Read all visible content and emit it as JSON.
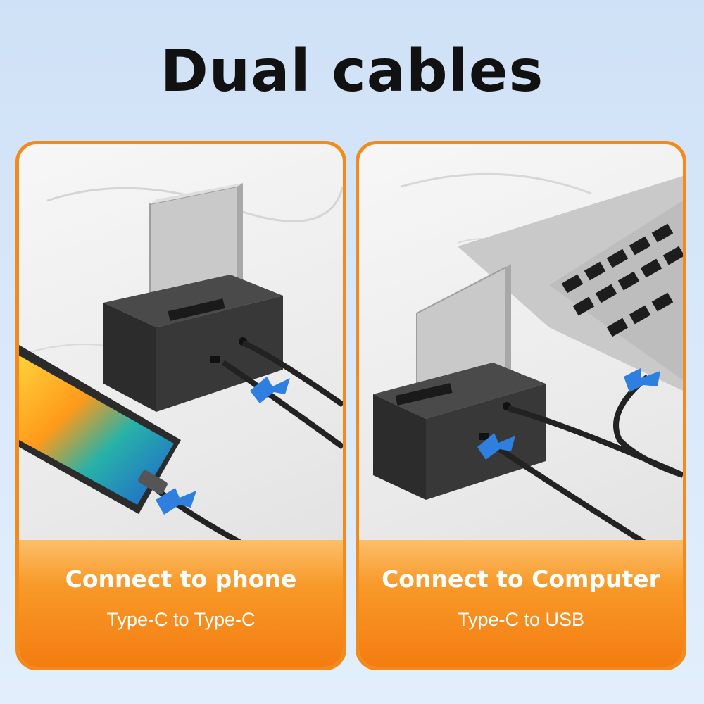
{
  "header": {
    "title": "Dual cables"
  },
  "panels": [
    {
      "title": "Connect to phone",
      "subtitle": "Type-C to Type-C"
    },
    {
      "title": "Connect to Computer",
      "subtitle": "Type-C to USB"
    }
  ],
  "colors": {
    "accent_orange": "#f47c10",
    "arrow_blue": "#2f7fe0",
    "background_blue": "#d8e8fa"
  }
}
